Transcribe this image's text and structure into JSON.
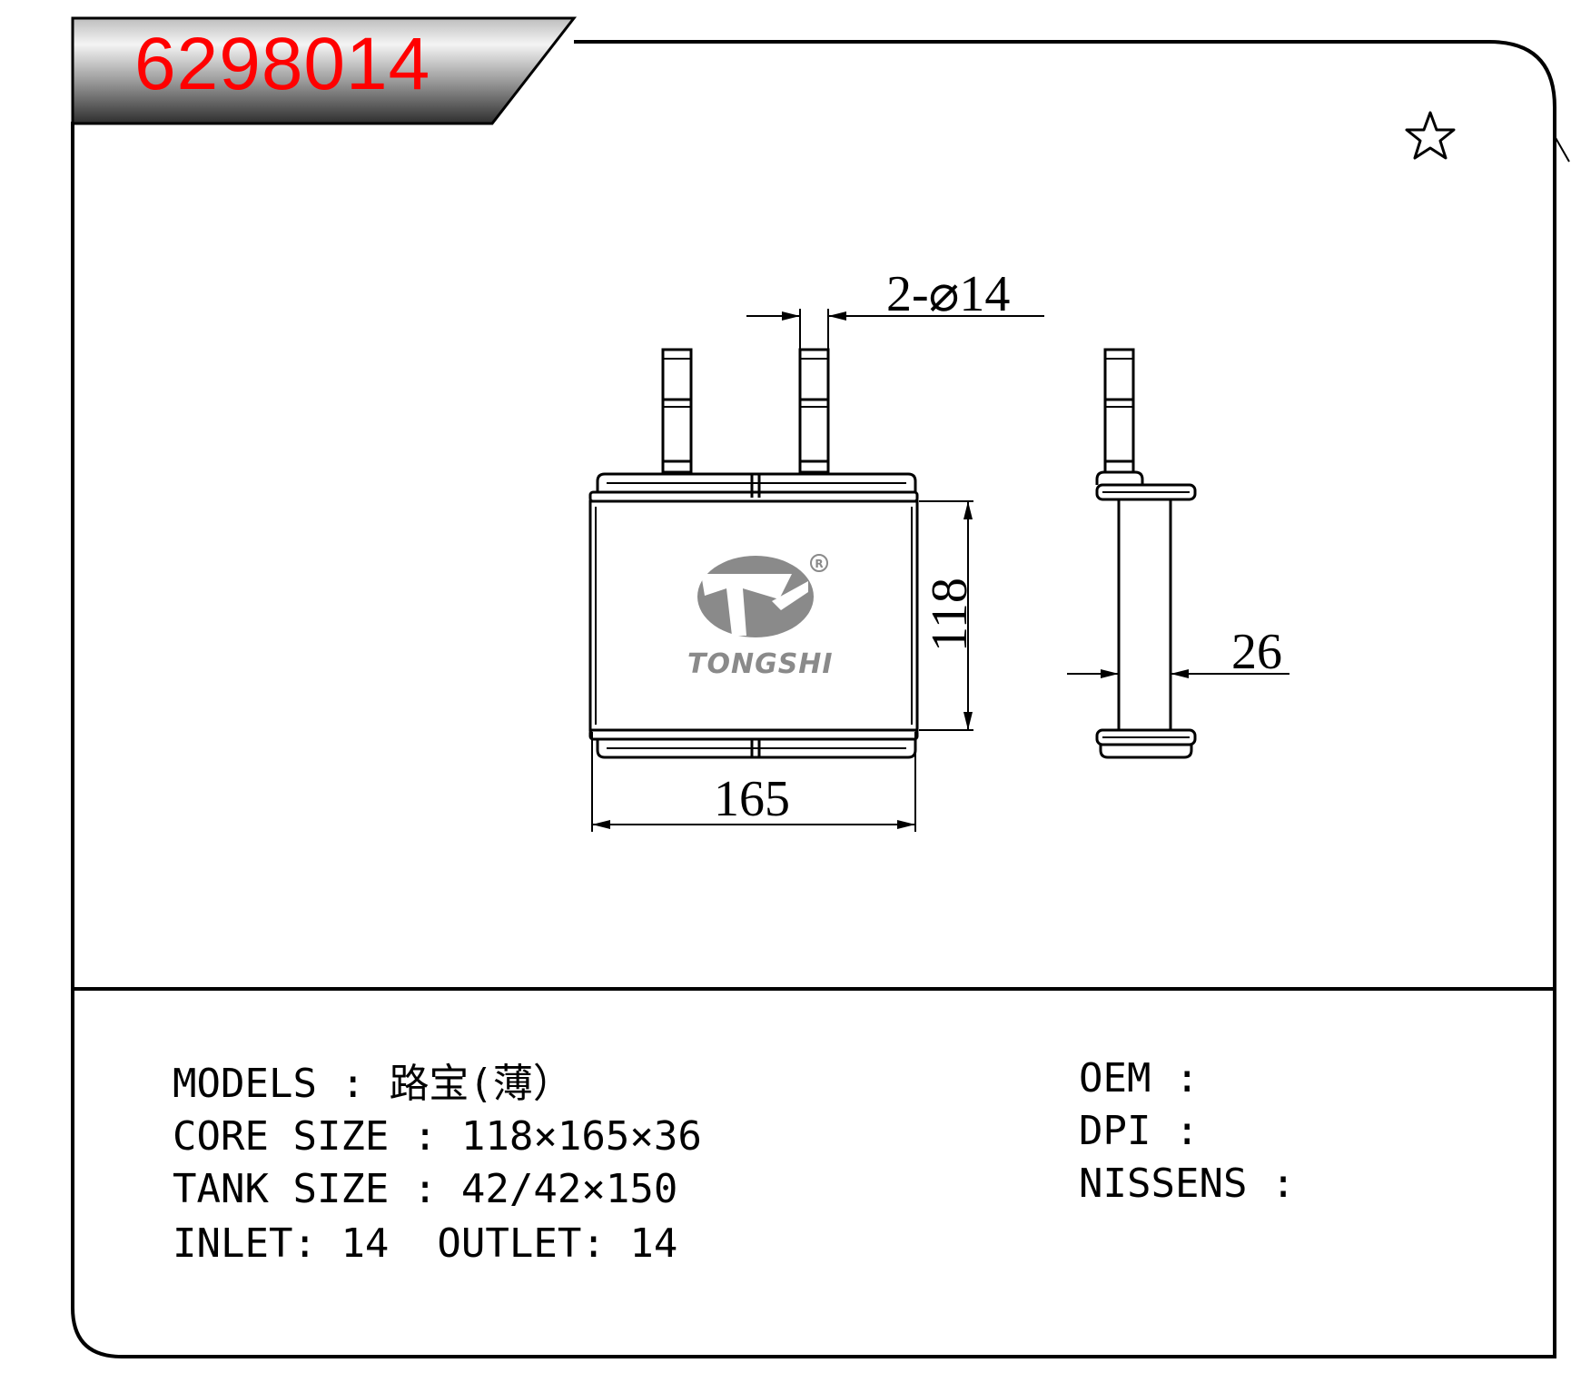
{
  "part_number": "6298014",
  "drawing": {
    "dim_pipe": "2-⌀14",
    "dim_height": "118",
    "dim_width": "165",
    "dim_depth": "26",
    "brand": "TONGSHI",
    "registered_mark": "R",
    "icon": "star-outline-icon"
  },
  "specs": {
    "models_label": "MODELS",
    "models_value": "路宝(薄）",
    "core_label": "CORE SIZE",
    "core_value": "118×165×36",
    "tank_label": "TANK SIZE",
    "tank_value": "42/42×150",
    "inlet_label": "INLET",
    "inlet_value": "14",
    "outlet_label": "OUTLET",
    "outlet_value": "14",
    "oem_label": "OEM",
    "oem_value": "",
    "dpi_label": "DPI",
    "dpi_value": "",
    "nissens_label": "NISSENS",
    "nissens_value": ""
  },
  "colors": {
    "part_number": "#ff0000",
    "logo_gray": "#8a8a8a",
    "line": "#000000"
  }
}
